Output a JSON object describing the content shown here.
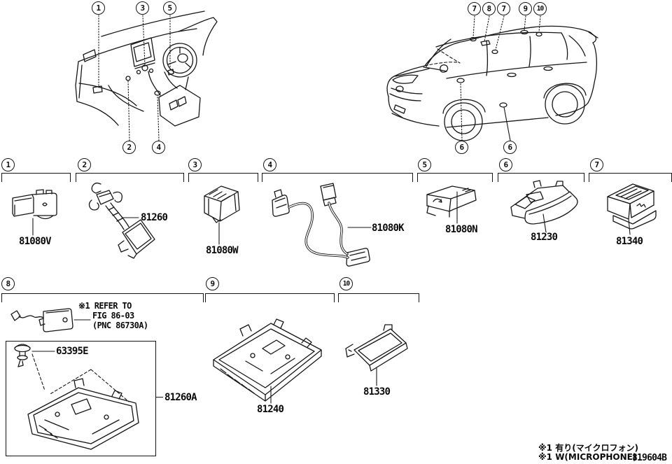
{
  "figure": {
    "doc_code": "819604B",
    "footnote_jp": "※1 有り(マイクロフォン)",
    "footnote_en": "※1 W(MICROPHONE)"
  },
  "dashboard_callouts": [
    "1",
    "3",
    "5",
    "2",
    "4"
  ],
  "vehicle_callouts": [
    "7",
    "8",
    "7",
    "9",
    "10",
    "6",
    "6"
  ],
  "sections": [
    {
      "num": "1",
      "part_no": "81080V"
    },
    {
      "num": "2",
      "part_no": "81260"
    },
    {
      "num": "3",
      "part_no": "81080W"
    },
    {
      "num": "4",
      "part_no": "81080K"
    },
    {
      "num": "5",
      "part_no": "81080N"
    },
    {
      "num": "6",
      "part_no": "81230"
    },
    {
      "num": "7",
      "part_no": "81340"
    },
    {
      "num": "8",
      "part_no": "81260A",
      "clip_part_no": "63395E",
      "note": {
        "line1": "※1 REFER TO",
        "line2": "FIG 86-03",
        "line3": "(PNC 86730A)"
      }
    },
    {
      "num": "9",
      "part_no": "81240"
    },
    {
      "num": "10",
      "part_no": "81330"
    }
  ]
}
